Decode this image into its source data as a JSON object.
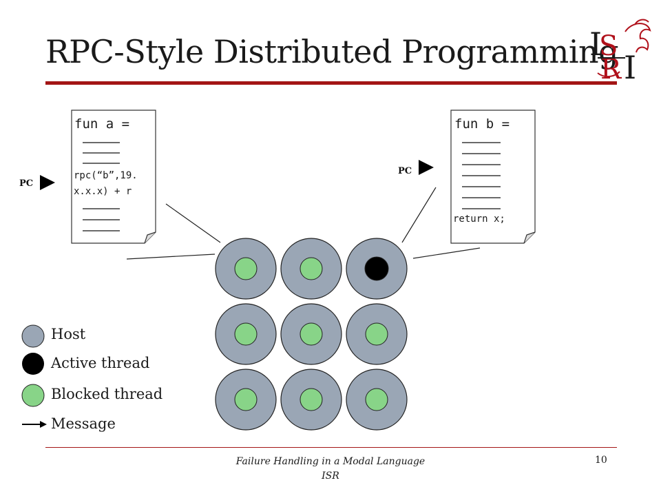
{
  "slide": {
    "title": "RPC-Style Distributed Programming",
    "footer_line1": "Failure Handling in a Modal Language",
    "footer_line2": "ISR",
    "page_number": "10"
  },
  "logo": {
    "letters": "ISRI",
    "color": "#b0101a"
  },
  "left_code": {
    "header": "fun a =",
    "call_line1": "rpc(“b”,19.",
    "call_line2": "x.x.x) + r"
  },
  "right_code": {
    "header": "fun b =",
    "return_line": "return x;"
  },
  "pc_label": "PC",
  "legend": [
    {
      "label": "Host",
      "symbol": "host-circle",
      "color": "#9aa6b5"
    },
    {
      "label": "Active thread",
      "symbol": "black-dot",
      "color": "#000000"
    },
    {
      "label": "Blocked thread",
      "symbol": "green-dot",
      "color": "#88d488"
    },
    {
      "label": "Message",
      "symbol": "arrow"
    }
  ],
  "colors": {
    "accent": "#a31515",
    "host": "#9aa6b5",
    "blocked": "#88d488",
    "active": "#000000"
  },
  "grid": {
    "rows": 3,
    "cols": 3,
    "thread_states": [
      [
        "blocked",
        "blocked",
        "active"
      ],
      [
        "blocked",
        "blocked",
        "blocked"
      ],
      [
        "blocked",
        "blocked",
        "blocked"
      ]
    ]
  }
}
